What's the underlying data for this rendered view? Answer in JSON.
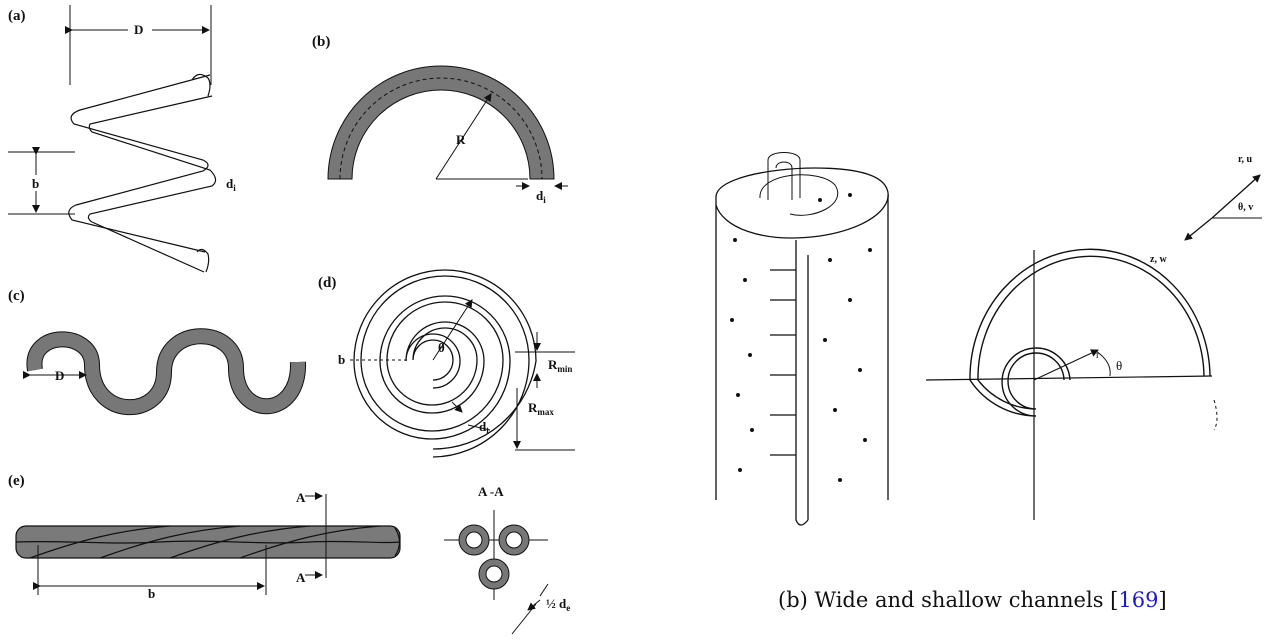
{
  "left_figure": {
    "panel_a": {
      "tag": "(a)",
      "dim_D": "D",
      "dim_b": "b",
      "dim_d": "d",
      "dim_d_sub": "i"
    },
    "panel_b": {
      "tag": "(b)",
      "dim_R": "R",
      "dim_d": "d",
      "dim_d_sub": "i"
    },
    "panel_c": {
      "tag": "(c)",
      "dim_D": "D"
    },
    "panel_d": {
      "tag": "(d)",
      "theta": "θ",
      "dim_b": "b",
      "r_min": "R",
      "r_min_sub": "min",
      "r_max": "R",
      "r_max_sub": "max",
      "dim_d": "d",
      "dim_d_sub": "i"
    },
    "panel_e": {
      "tag": "(e)",
      "section_top": "A",
      "section_bottom": "A",
      "dim_b": "b",
      "section_title": "A -A",
      "half_d": "½ d",
      "half_d_sub": "e"
    }
  },
  "right_figure": {
    "axis_r": "r, u",
    "axis_theta": "θ, v",
    "axis_z": "z, w",
    "label_r": "r",
    "label_theta": "θ",
    "caption_text": "(b) Wide and shallow channels [",
    "caption_ref": "169",
    "caption_end": "]"
  }
}
